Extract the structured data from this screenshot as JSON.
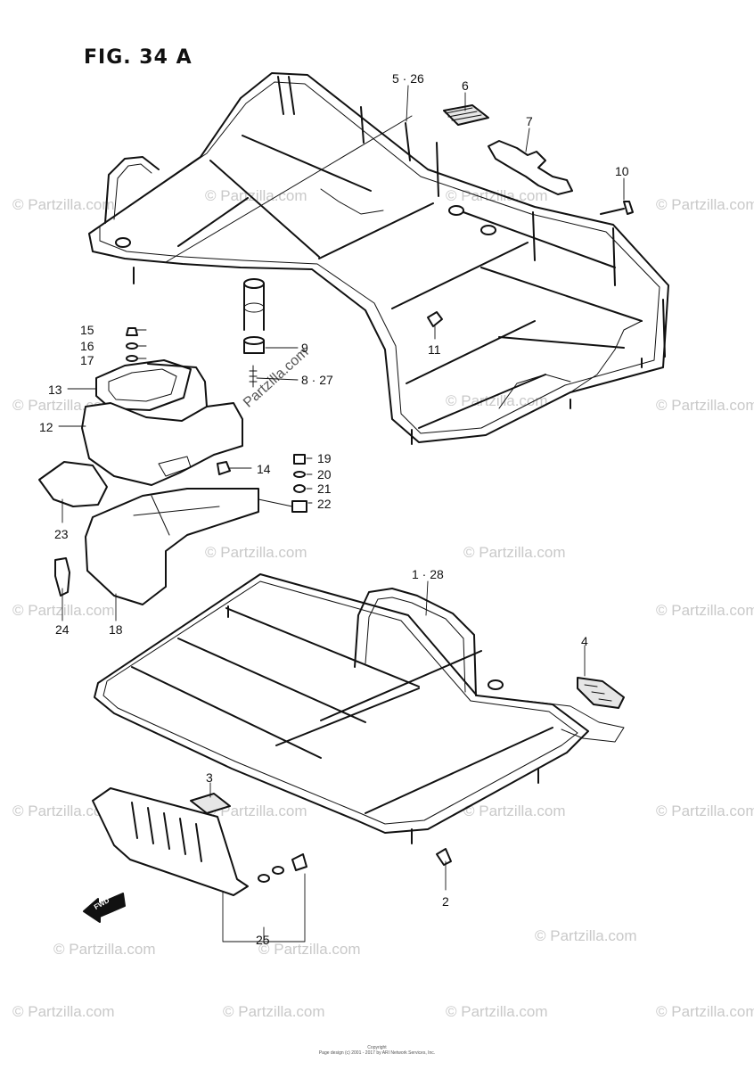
{
  "figure": {
    "title": "FIG. 34 A"
  },
  "callouts": [
    {
      "id": "c1",
      "text": "5 · 26"
    },
    {
      "id": "c2",
      "text": "6"
    },
    {
      "id": "c3",
      "text": "7"
    },
    {
      "id": "c4",
      "text": "10"
    },
    {
      "id": "c5",
      "text": "15"
    },
    {
      "id": "c6",
      "text": "16"
    },
    {
      "id": "c7",
      "text": "17"
    },
    {
      "id": "c8",
      "text": "9"
    },
    {
      "id": "c9",
      "text": "8 · 27"
    },
    {
      "id": "c10",
      "text": "11"
    },
    {
      "id": "c11",
      "text": "13"
    },
    {
      "id": "c12",
      "text": "12"
    },
    {
      "id": "c13",
      "text": "14"
    },
    {
      "id": "c14",
      "text": "19"
    },
    {
      "id": "c15",
      "text": "20"
    },
    {
      "id": "c16",
      "text": "21"
    },
    {
      "id": "c17",
      "text": "22"
    },
    {
      "id": "c18",
      "text": "23"
    },
    {
      "id": "c19",
      "text": "24"
    },
    {
      "id": "c20",
      "text": "18"
    },
    {
      "id": "c21",
      "text": "1 · 28"
    },
    {
      "id": "c22",
      "text": "4"
    },
    {
      "id": "c23",
      "text": "3"
    },
    {
      "id": "c24",
      "text": "2"
    },
    {
      "id": "c25",
      "text": "25"
    }
  ],
  "arrow_label": "FWD",
  "watermark": {
    "text": "© Partzilla.com",
    "overlay_text": "Partzilla.com"
  },
  "footer": {
    "line1": "Copyright",
    "line2": "Page design (c) 2001 - 2017 by ARI Network Services, Inc."
  }
}
